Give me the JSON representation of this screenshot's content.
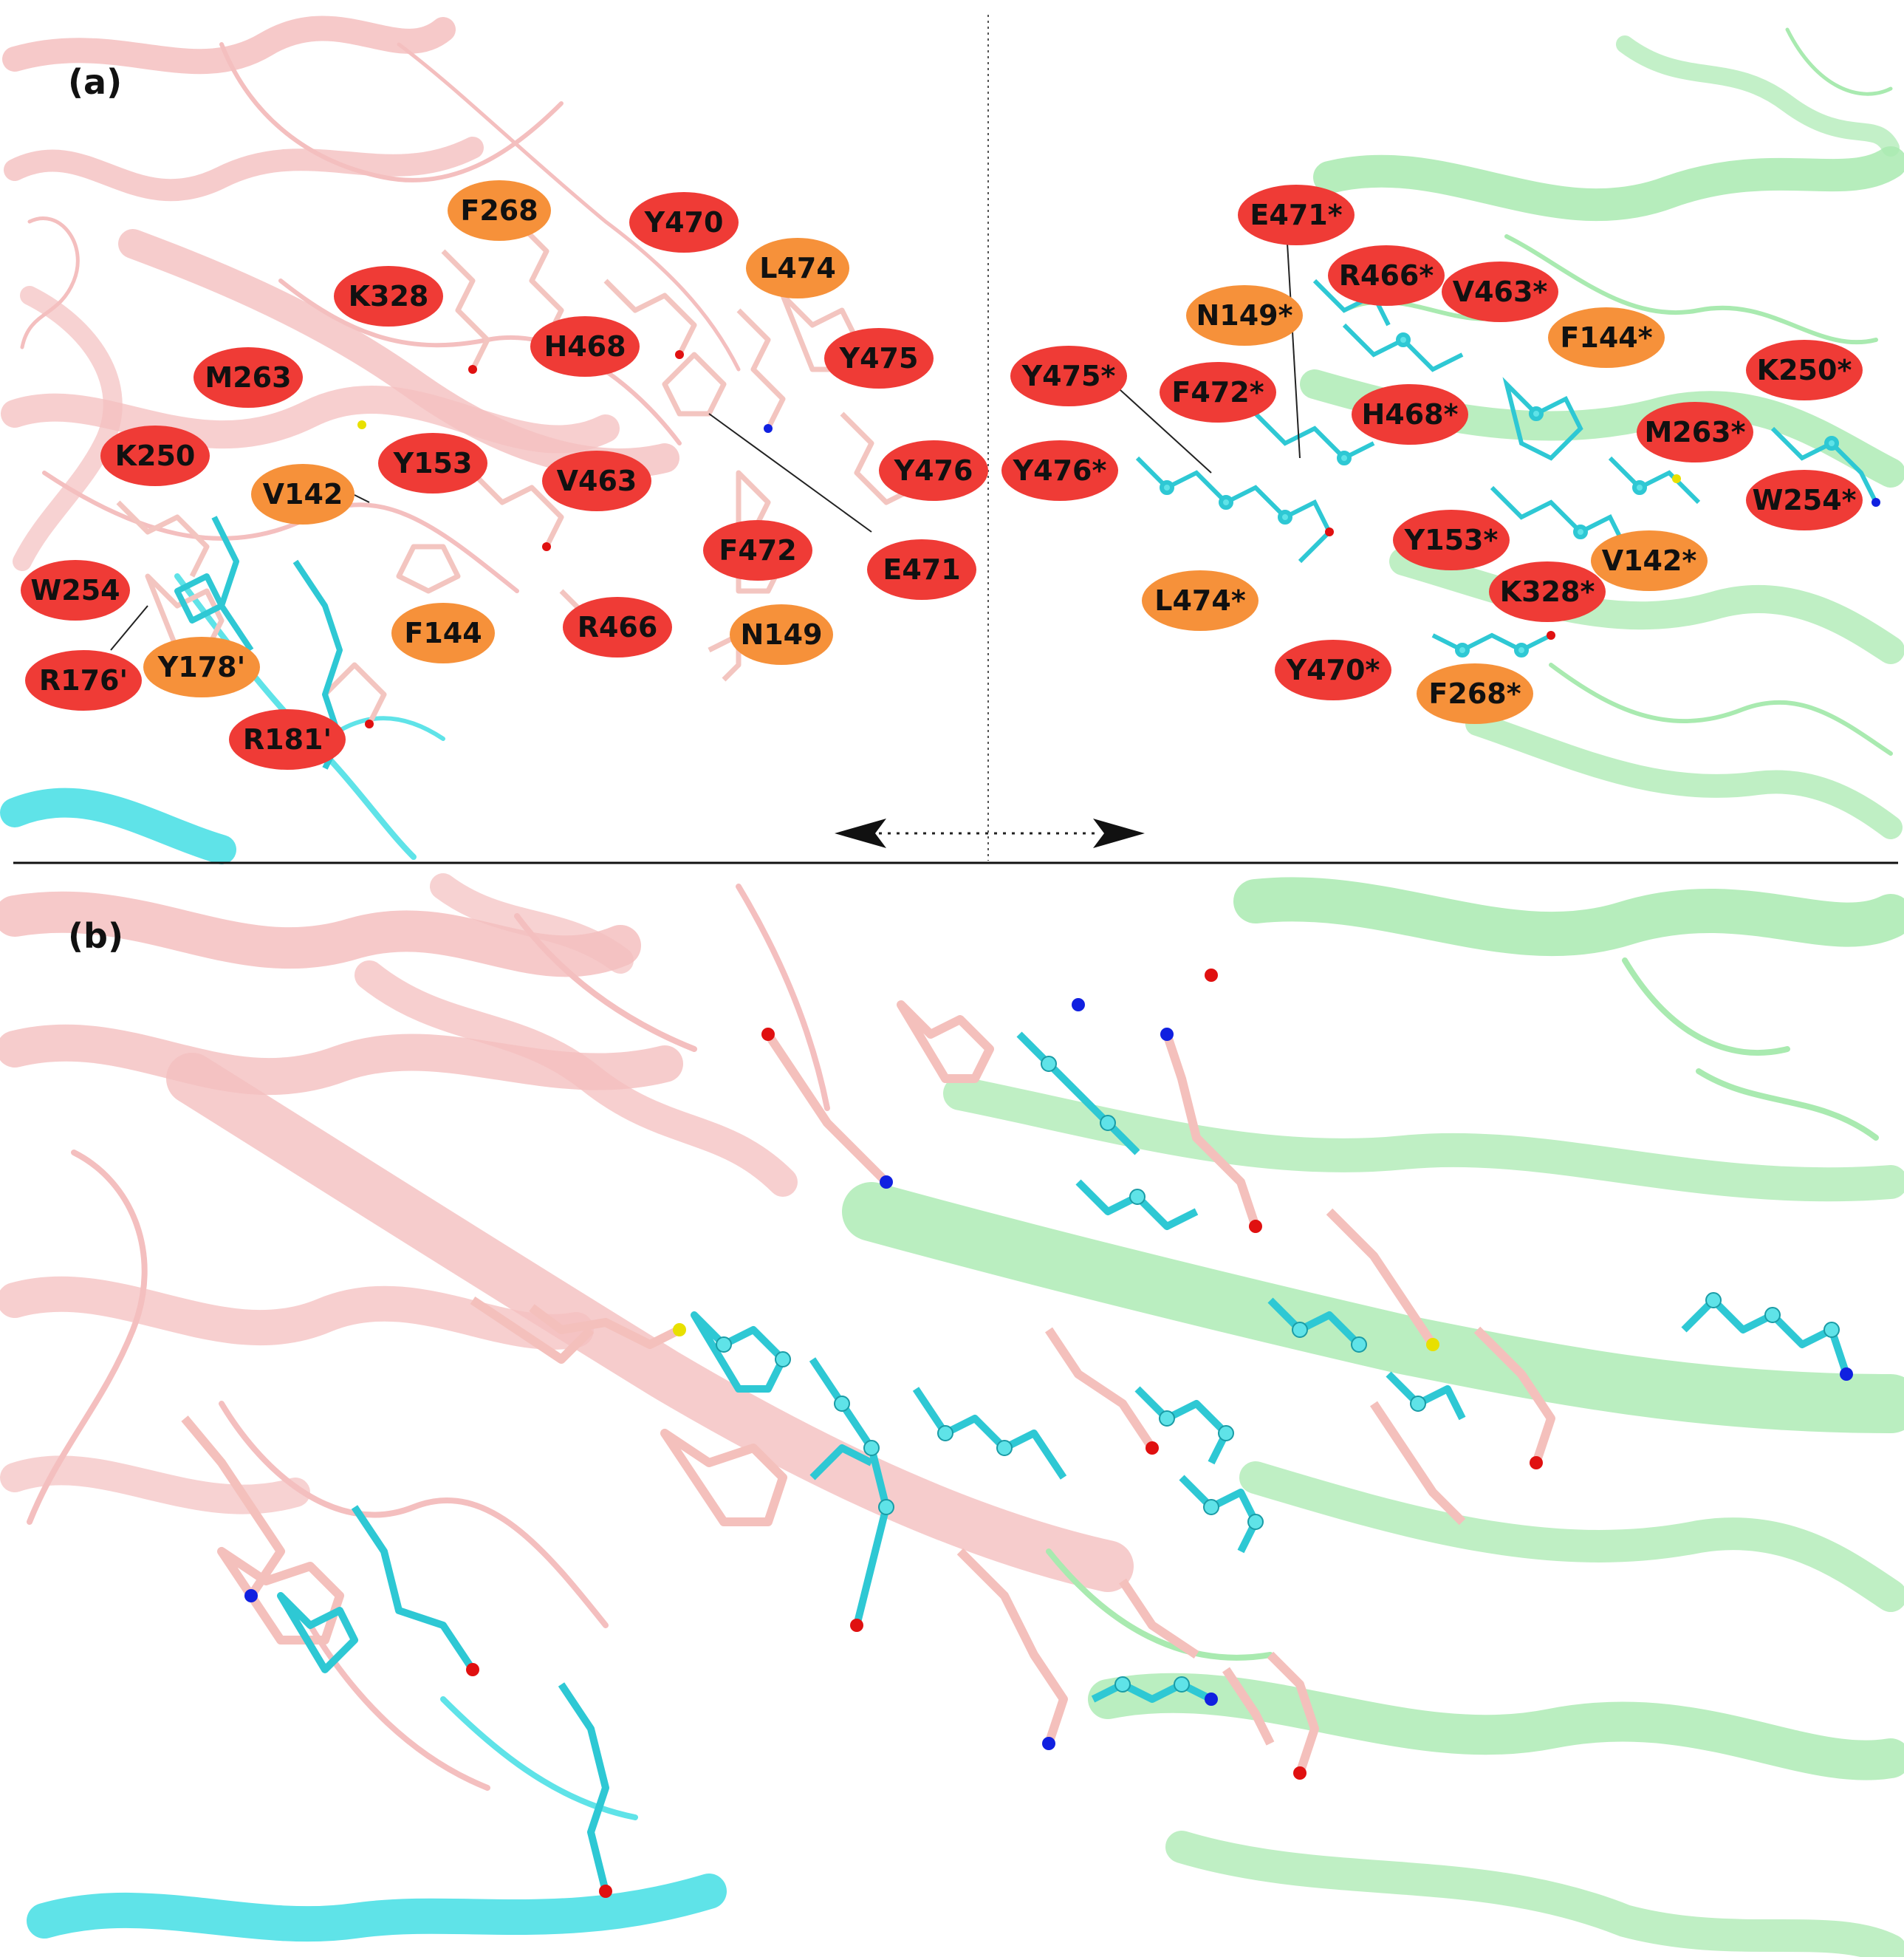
{
  "colors": {
    "chain_pink": "#f4bfbf",
    "chain_pink_dark": "#d99a9a",
    "chain_green": "#a9eab0",
    "chain_green_dark": "#7fce89",
    "chain_cyan": "#5fe3e8",
    "label_red": "#ef3b36",
    "label_orange": "#f6913a",
    "atom_red": "#e01010",
    "atom_blue": "#1020e0",
    "atom_yellow": "#e8e000"
  },
  "panels": {
    "a": {
      "label": "(a)"
    },
    "b": {
      "label": "(b)"
    }
  },
  "residues_left": [
    {
      "text": "F268",
      "tone": "orange"
    },
    {
      "text": "Y470",
      "tone": "red"
    },
    {
      "text": "L474",
      "tone": "orange"
    },
    {
      "text": "K328",
      "tone": "red"
    },
    {
      "text": "H468",
      "tone": "red"
    },
    {
      "text": "M263",
      "tone": "red"
    },
    {
      "text": "Y475",
      "tone": "red"
    },
    {
      "text": "K250",
      "tone": "red"
    },
    {
      "text": "Y153",
      "tone": "red"
    },
    {
      "text": "V463",
      "tone": "red"
    },
    {
      "text": "V142",
      "tone": "orange"
    },
    {
      "text": "Y476",
      "tone": "red"
    },
    {
      "text": "F472",
      "tone": "red"
    },
    {
      "text": "E471",
      "tone": "red"
    },
    {
      "text": "W254",
      "tone": "red"
    },
    {
      "text": "F144",
      "tone": "orange"
    },
    {
      "text": "R466",
      "tone": "red"
    },
    {
      "text": "N149",
      "tone": "orange"
    },
    {
      "text": "R176'",
      "tone": "red"
    },
    {
      "text": "Y178'",
      "tone": "orange"
    },
    {
      "text": "R181'",
      "tone": "red"
    }
  ],
  "residues_right": [
    {
      "text": "E471*",
      "tone": "red"
    },
    {
      "text": "R466*",
      "tone": "red"
    },
    {
      "text": "V463*",
      "tone": "red"
    },
    {
      "text": "N149*",
      "tone": "orange"
    },
    {
      "text": "F144*",
      "tone": "orange"
    },
    {
      "text": "Y475*",
      "tone": "red"
    },
    {
      "text": "F472*",
      "tone": "red"
    },
    {
      "text": "K250*",
      "tone": "red"
    },
    {
      "text": "H468*",
      "tone": "red"
    },
    {
      "text": "M263*",
      "tone": "red"
    },
    {
      "text": "Y476*",
      "tone": "red"
    },
    {
      "text": "W254*",
      "tone": "red"
    },
    {
      "text": "Y153*",
      "tone": "red"
    },
    {
      "text": "V142*",
      "tone": "orange"
    },
    {
      "text": "K328*",
      "tone": "red"
    },
    {
      "text": "L474*",
      "tone": "orange"
    },
    {
      "text": "Y470*",
      "tone": "red"
    },
    {
      "text": "F268*",
      "tone": "orange"
    }
  ]
}
